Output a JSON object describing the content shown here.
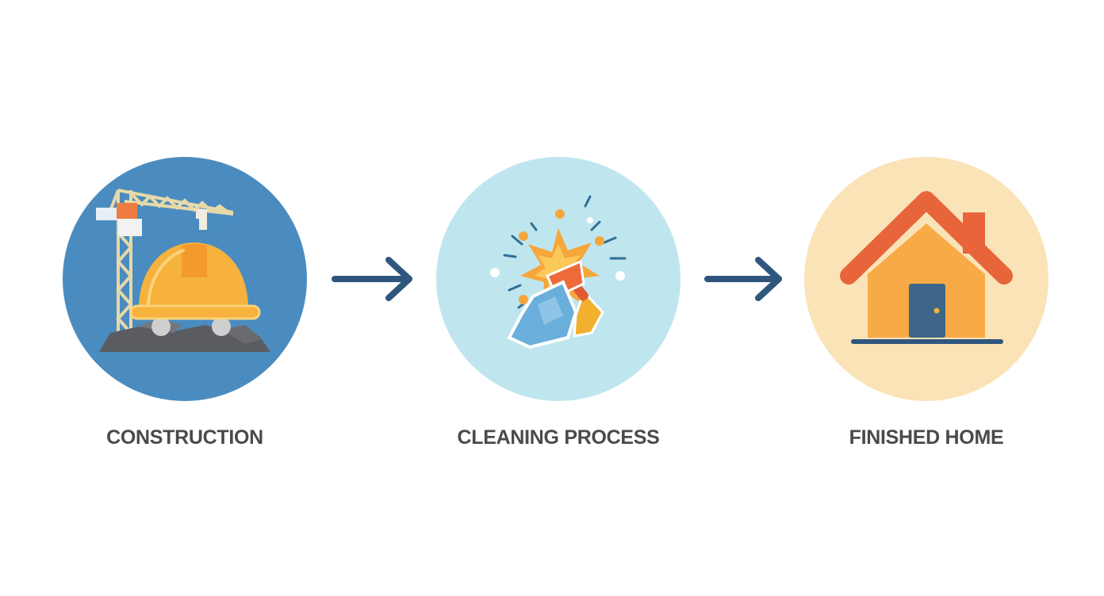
{
  "colors": {
    "construction_circle": "#4a8cc0",
    "cleaning_circle": "#bfe6ee",
    "home_circle": "#fbe3b8",
    "arrow": "#2f577e",
    "label_text": "#4a4a4a",
    "helmet": "#f6b23c",
    "roof": "#e8653b",
    "house_wall": "#f8aa46",
    "door": "#3d6688"
  },
  "steps": [
    {
      "label": "CONSTRUCTION",
      "icon": "construction-helmet-crane-icon"
    },
    {
      "label": "CLEANING PROCESS",
      "icon": "cleaning-spray-broom-icon"
    },
    {
      "label": "FINISHED HOME",
      "icon": "house-icon"
    }
  ],
  "connectors": [
    {
      "icon": "arrow-right-icon"
    },
    {
      "icon": "arrow-right-icon"
    }
  ]
}
